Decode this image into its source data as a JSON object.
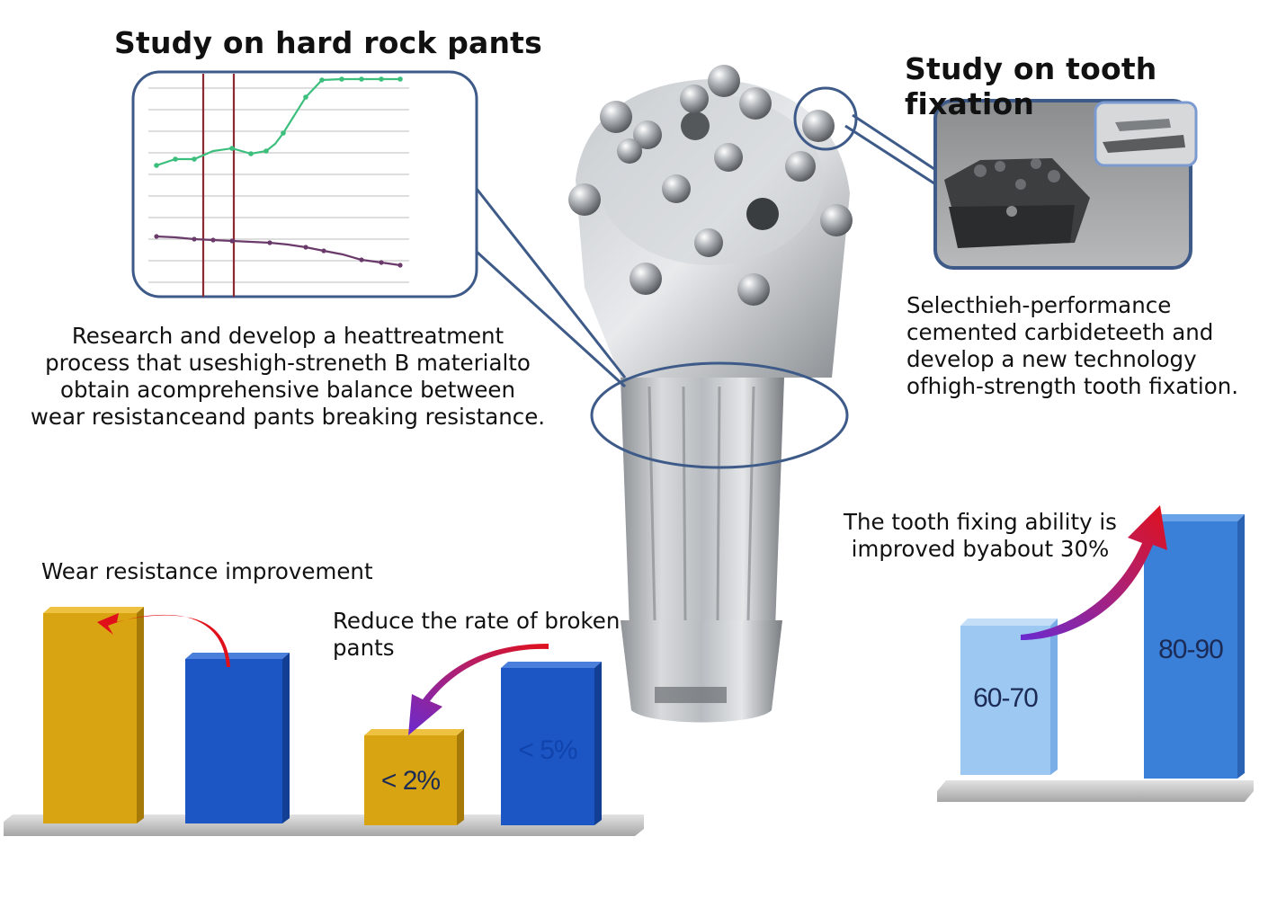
{
  "titles": {
    "left": "Study on hard rock pants",
    "right": "Study on tooth fixation"
  },
  "descriptions": {
    "left": "Research and develop a heattreatment\nprocess that useshigh-streneth B materialto\nobtain acomprehensive balance between\nwear resistanceand pants breaking resistance.",
    "right": "Selecthieh-performance\ncemented carbideteeth and\ndevelop a new technology\nofhigh-strength tooth fixation."
  },
  "captions": {
    "wear": "Wear resistance improvement",
    "broken": "Reduce the rate of broken\npants",
    "fixing": "The tooth fixing ability is\nimproved byabout 30%"
  },
  "bar_labels": {
    "broken_new": "< 2%",
    "broken_old": "< 5%",
    "fix_old": "60-70",
    "fix_new": "80-90"
  },
  "colors": {
    "gold": "#d9a412",
    "blue": "#1c56c4",
    "light_blue": "#9dc8f2",
    "mid_blue": "#3a7fd8",
    "frame": "#3d5a88",
    "curve_green": "#3cbf7c",
    "curve_purple": "#6a3a6a",
    "vline": "#8b2a33",
    "arrow_red": "#e0101a",
    "arrow_purple": "#6a2ad0"
  }
}
